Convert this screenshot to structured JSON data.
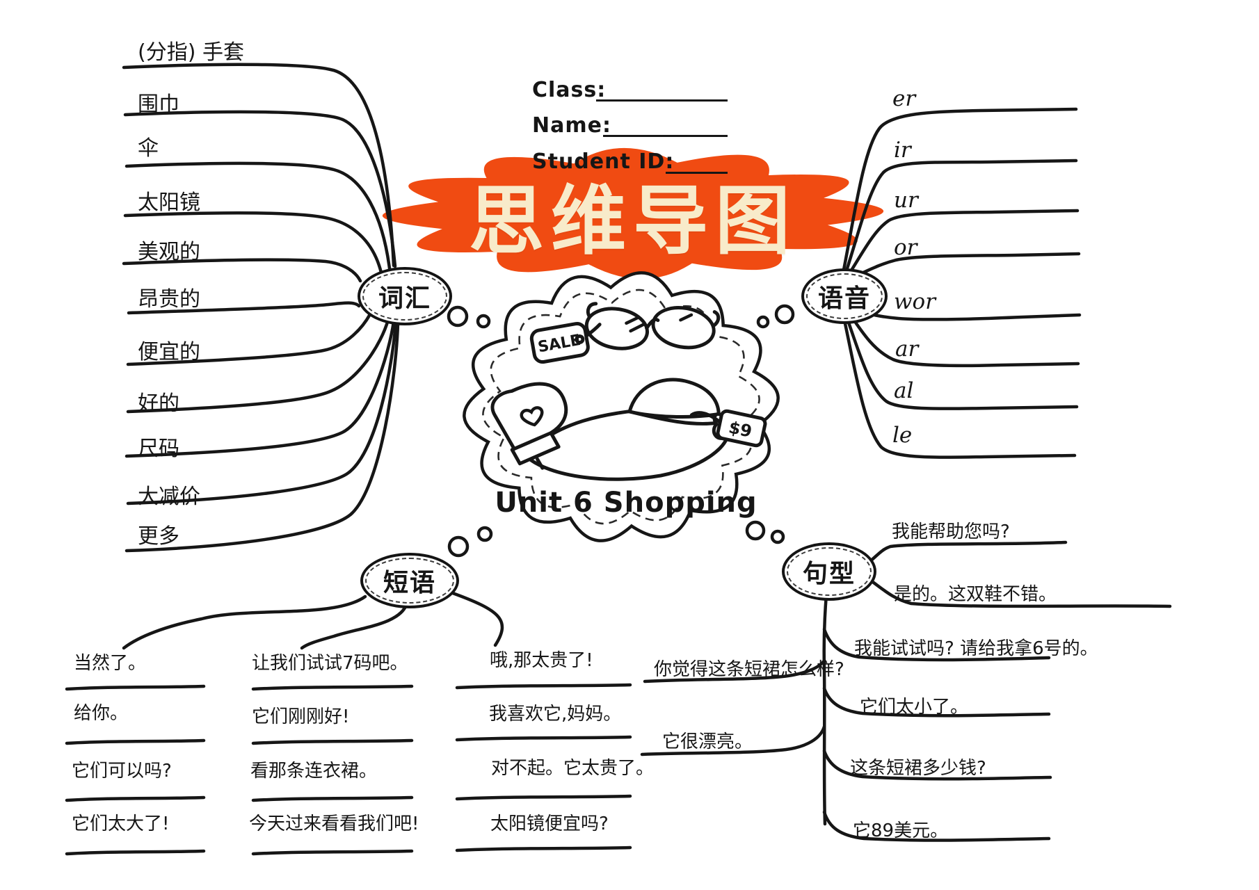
{
  "header": {
    "class_label": "Class:",
    "name_label": "Name:",
    "student_id_label": "Student ID:"
  },
  "title": {
    "text": "思维导图",
    "bg_color": "#F04B12",
    "text_color": "#F8EBCA"
  },
  "center": {
    "unit_title": "Unit 6 Shopping",
    "sale_tag_label": "SALE",
    "price_tag_label": "$9"
  },
  "vocabulary": {
    "label": "词汇",
    "items": [
      "(分指) 手套",
      "围巾",
      "伞",
      "太阳镜",
      "美观的",
      "昂贵的",
      "便宜的",
      "好的",
      "尺码",
      "大减价",
      "更多"
    ]
  },
  "phonics": {
    "label": "语音",
    "items": [
      "er",
      "ir",
      "ur",
      "or",
      "wor",
      "ar",
      "al",
      "le"
    ]
  },
  "phrases": {
    "label": "短语",
    "col1": [
      "当然了。",
      "给你。",
      "它们可以吗?",
      "它们太大了!"
    ],
    "col2": [
      "让我们试试7码吧。",
      "它们刚刚好!",
      "看那条连衣裙。",
      "今天过来看看我们吧!"
    ],
    "col3": [
      "哦,那太贵了!",
      "我喜欢它,妈妈。",
      "对不起。它太贵了。",
      "太阳镜便宜吗?"
    ]
  },
  "sentences": {
    "label": "句型",
    "left": [
      "你觉得这条短裙怎么样?",
      "它很漂亮。"
    ],
    "right": [
      "我能帮助您吗?",
      "是的。这双鞋不错。",
      "我能试试吗? 请给我拿6号的。",
      "它们太小了。",
      "这条短裙多少钱?",
      "它89美元。"
    ]
  }
}
